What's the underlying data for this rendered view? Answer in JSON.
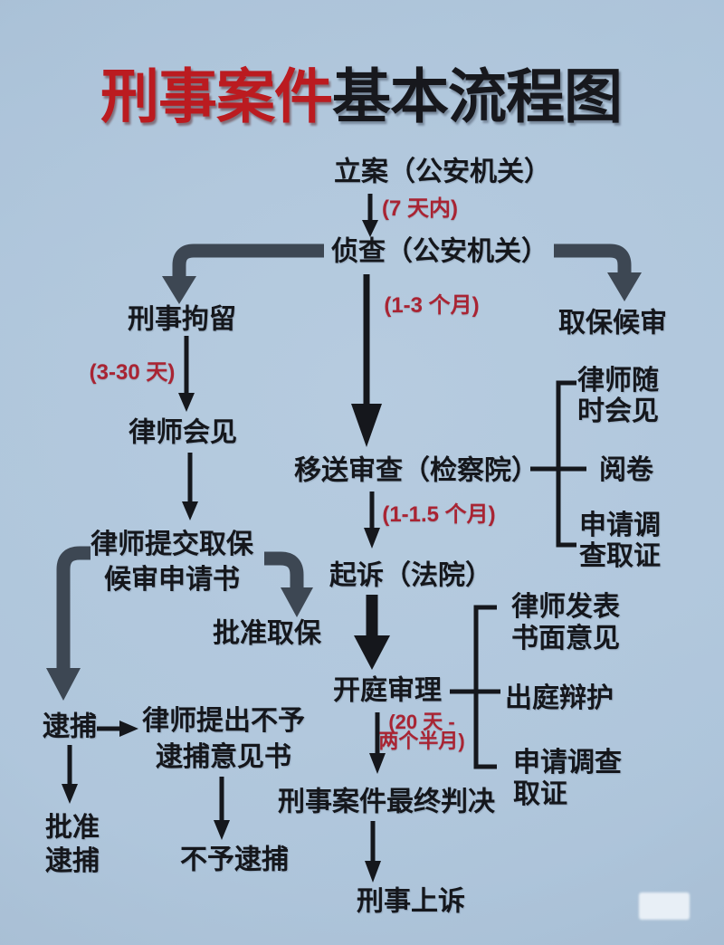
{
  "title": {
    "highlight": "刑事案件",
    "rest": "基本流程图"
  },
  "nodes": {
    "li_an": "立案（公安机关）",
    "zhen_cha": "侦查（公安机关）",
    "ju_liu": "刑事拘留",
    "qu_bao": "取保候审",
    "hui_jian": "律师会见",
    "ti_jiao": [
      "律师提交取保",
      "候审申请书"
    ],
    "pi_zhun_qu_bao": "批准取保",
    "dai_bu": "逮捕",
    "yi_jian_shu": [
      "律师提出不予",
      "逮捕意见书"
    ],
    "pi_zhun_dai_bu": [
      "批准",
      "逮捕"
    ],
    "bu_yu_dai_bu": "不予逮捕",
    "yi_song": "移送审查（检察院）",
    "qi_su": "起诉（法院）",
    "kai_ting": "开庭审理",
    "pan_jue": "刑事案件最终判决",
    "shang_su": "刑事上诉"
  },
  "durations": {
    "tian7": "(7 天内)",
    "yue1_3": "(1-3 个月)",
    "tian3_30": "(3-30 天)",
    "yue1_15": "(1-1.5 个月)",
    "tian20": [
      "(20 天 -",
      "两个半月)"
    ]
  },
  "bracket_prosecution": {
    "items": [
      {
        "lines": [
          "律师随",
          "时会见"
        ]
      },
      {
        "lines": [
          "阅卷"
        ]
      },
      {
        "lines": [
          "申请调",
          "查取证"
        ]
      }
    ]
  },
  "bracket_trial": {
    "items": [
      {
        "lines": [
          "律师发表",
          "书面意见"
        ]
      },
      {
        "lines": [
          "出庭辩护"
        ]
      },
      {
        "lines": [
          "申请调查",
          "取证"
        ]
      }
    ]
  },
  "colors": {
    "background": "#afc6db",
    "title_red": "#bb1b20",
    "annotation_red": "#a92433",
    "arrow_dark": "#3d4753",
    "text_dark": "#15171c"
  }
}
